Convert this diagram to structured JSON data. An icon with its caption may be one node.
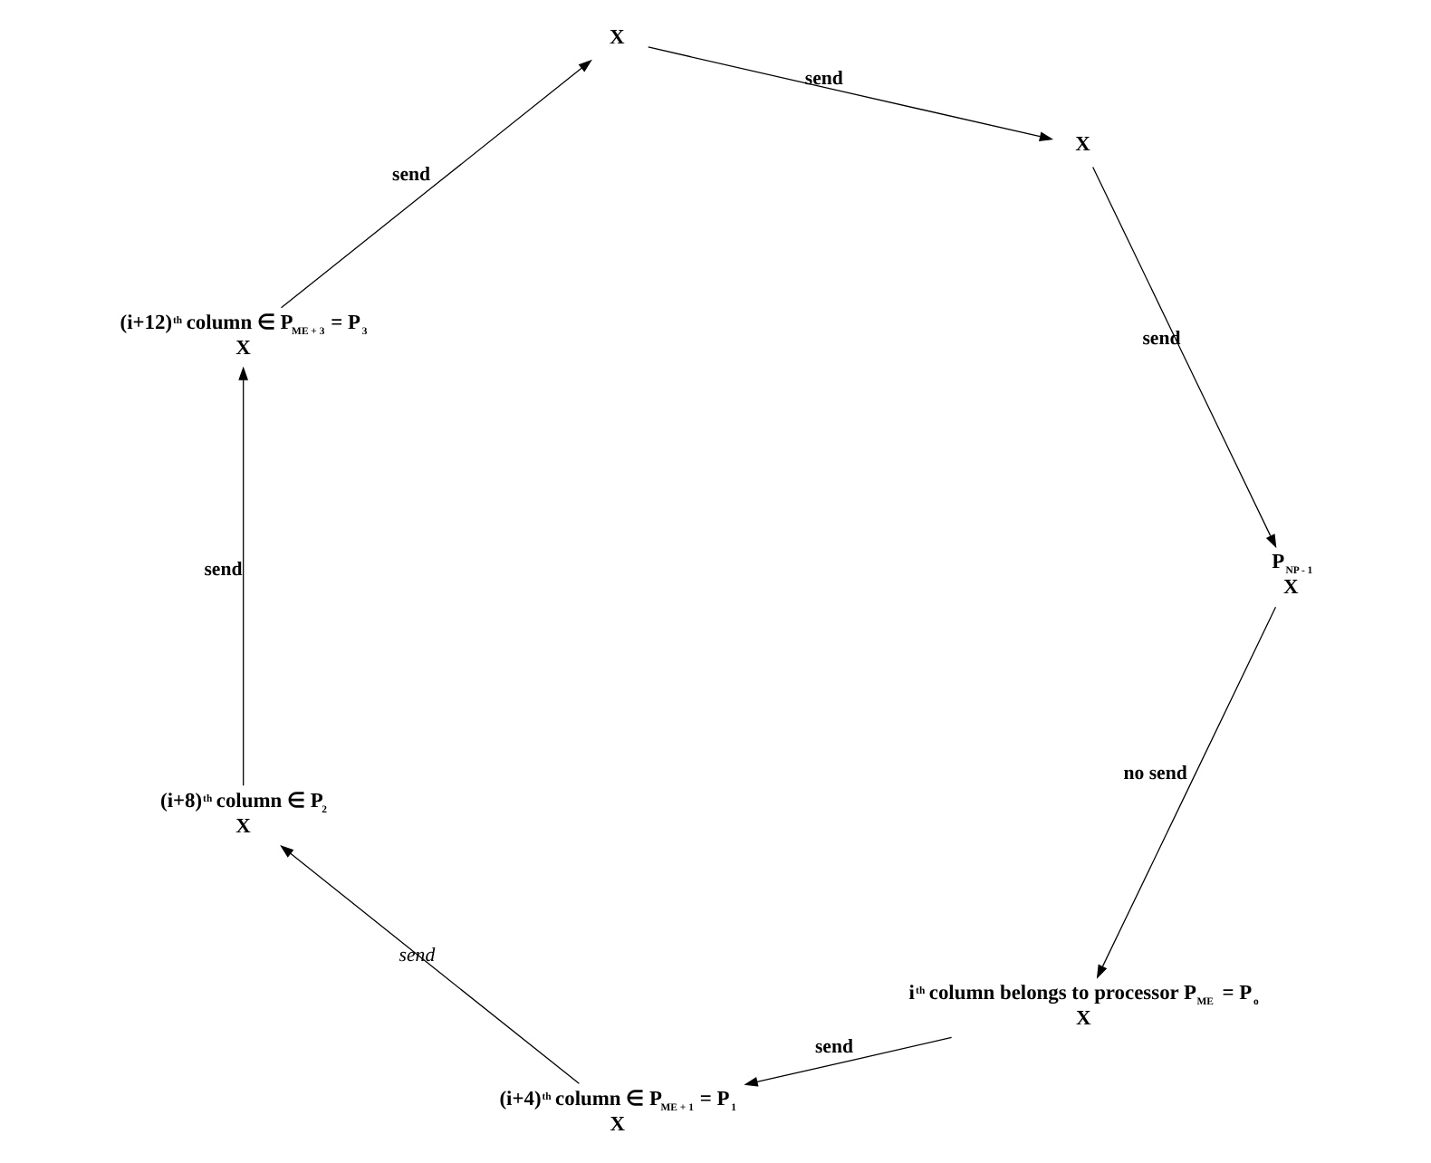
{
  "diagram": {
    "nodes": [
      {
        "text": [
          "X"
        ],
        "beside": [
          "i$^{th}$ column belongs to processor P$_{ME}$ = P$_{o}$"
        ]
      },
      {
        "text": [
          "X"
        ],
        "beside": [
          "(i+4)$^{th}$ column ∈ P$_{ME + 1}$ = P$_{1}$"
        ]
      },
      {
        "text": [
          "X"
        ],
        "beside": [
          "(i+8)$^{th}$ column ∈ P$_{2}$"
        ]
      },
      {
        "text": [
          "X"
        ],
        "beside": [
          "(i+12)$^{th}$ column ∈ P$_{ME + 3}$ = P$_{3}$"
        ]
      },
      {
        "text": [
          "X"
        ]
      },
      {
        "text": [
          "X"
        ]
      },
      {
        "text": [
          "X"
        ],
        "beside": [
          "P$_{NP - 1}$"
        ]
      }
    ],
    "edges": [
      {
        "from": 0,
        "to": 1,
        "arrow": "to",
        "label": "send"
      },
      {
        "from": 1,
        "to": 2,
        "arrow": "to",
        "label": "send"
      },
      {
        "from": 2,
        "to": 3,
        "arrow": "to",
        "label": "send"
      },
      {
        "from": 3,
        "to": 4,
        "arrow": "to",
        "label": "send"
      },
      {
        "from": 4,
        "to": 5,
        "arrow": "to",
        "label": "send"
      },
      {
        "from": 5,
        "to": 6,
        "arrow": "to",
        "label": "send"
      },
      {
        "from": 6,
        "to": 0,
        "arrow": "to",
        "label": "no send"
      }
    ]
  }
}
